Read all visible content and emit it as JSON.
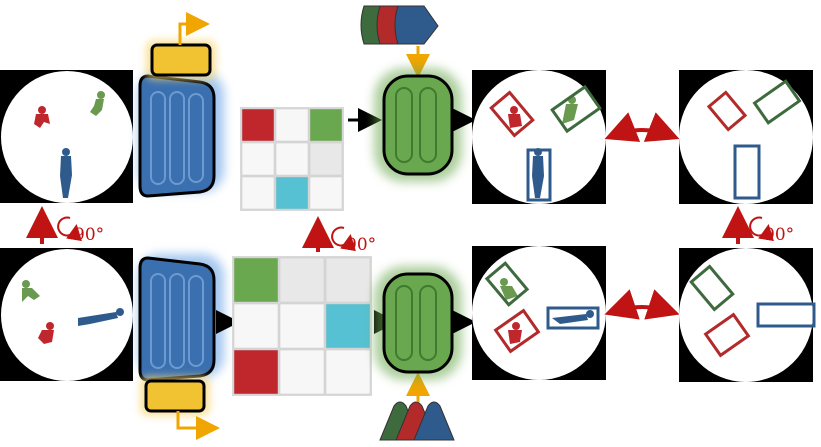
{
  "rotation_labels": {
    "left": "90°",
    "middle": "90°",
    "right": "90°"
  },
  "colors": {
    "blue": "#3a6fb0",
    "green": "#6aa84f",
    "red": "#c0272d",
    "cyan": "#56c1d3",
    "yellow": "#f1c232",
    "arrow_red": "#c01414",
    "arrow_orange": "#f0a500"
  },
  "icons": {
    "rotate": "rotate-clockwise-icon",
    "encoder": "blue-encoder-block",
    "decoder": "green-decoder-block",
    "queries": "stacked-query-tokens"
  },
  "grids": {
    "top": [
      [
        "red",
        "white",
        "green"
      ],
      [
        "white",
        "white",
        "light"
      ],
      [
        "white",
        "cyan",
        "white"
      ]
    ],
    "bottom": [
      [
        "green",
        "light",
        "light"
      ],
      [
        "white",
        "white",
        "cyan"
      ],
      [
        "red",
        "white",
        "white"
      ]
    ]
  }
}
